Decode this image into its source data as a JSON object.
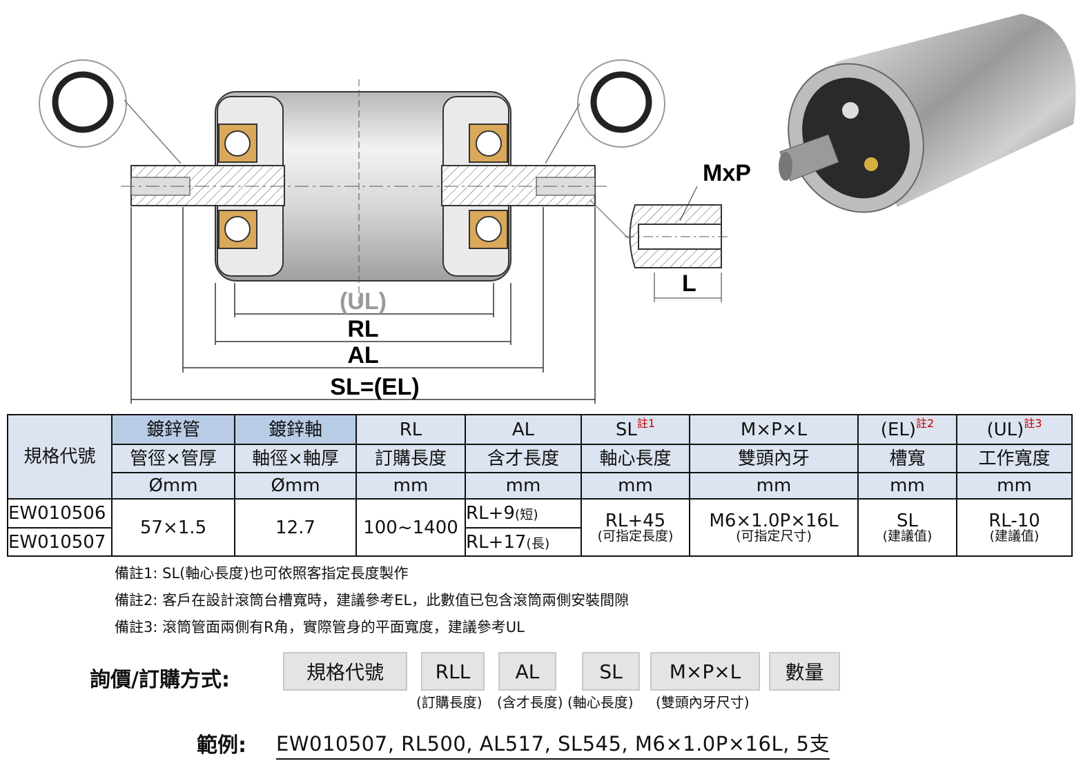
{
  "diagram": {
    "labels": {
      "ul": "(UL)",
      "rl": "RL",
      "al": "AL",
      "sl": "SL=(EL)",
      "mxp": "MxP",
      "l": "L"
    }
  },
  "table": {
    "spec_code_header": "規格代號",
    "columns": [
      {
        "top": "鍍鋅管",
        "mid": "管徑×管厚",
        "unit": "Ømm"
      },
      {
        "top": "鍍鋅軸",
        "mid": "軸徑×軸厚",
        "unit": "Ømm"
      },
      {
        "top": "RL",
        "mid": "訂購長度",
        "unit": "mm"
      },
      {
        "top": "AL",
        "mid": "含才長度",
        "unit": "mm"
      },
      {
        "top": "SL",
        "note": "註1",
        "mid": "軸心長度",
        "unit": "mm"
      },
      {
        "top": "M×P×L",
        "mid": "雙頭內牙",
        "unit": "mm"
      },
      {
        "top": "(EL)",
        "note": "註2",
        "mid": "槽寬",
        "unit": "mm"
      },
      {
        "top": "(UL)",
        "note": "註3",
        "mid": "工作寬度",
        "unit": "mm"
      }
    ],
    "codes": [
      "EW010506",
      "EW010507"
    ],
    "pipe": "57×1.5",
    "shaft": "12.7",
    "rl": "100~1400",
    "al": [
      {
        "v": "RL+9",
        "s": "(短)"
      },
      {
        "v": "RL+17",
        "s": "(長)"
      }
    ],
    "sl": {
      "v": "RL+45",
      "s": "(可指定長度)"
    },
    "mpl": {
      "v": "M6×1.0P×16L",
      "s": "(可指定尺寸)"
    },
    "el": {
      "v": "SL",
      "s": "(建議值)"
    },
    "ul": {
      "v": "RL-10",
      "s": "(建議值)"
    }
  },
  "notes": [
    "備註1: SL(軸心長度)也可依照客指定長度製作",
    "備註2: 客戶在設計滾筒台槽寬時，建議參考EL，此數值已包含滾筒兩側安裝間隙",
    "備註3: 滾筒管面兩側有R角，實際管身的平面寬度，建議參考UL"
  ],
  "order": {
    "label": "詢價/訂購方式:",
    "boxes": [
      "規格代號",
      "RLL",
      "AL",
      "SL",
      "M×P×L",
      "數量"
    ],
    "subs": [
      "(訂購長度)",
      "(含才長度)",
      "(軸心長度)",
      "(雙頭內牙尺寸)"
    ]
  },
  "example": {
    "label": "範例:",
    "value": "EW010507, RL500, AL517, SL545, M6×1.0P×16L, 5支"
  }
}
